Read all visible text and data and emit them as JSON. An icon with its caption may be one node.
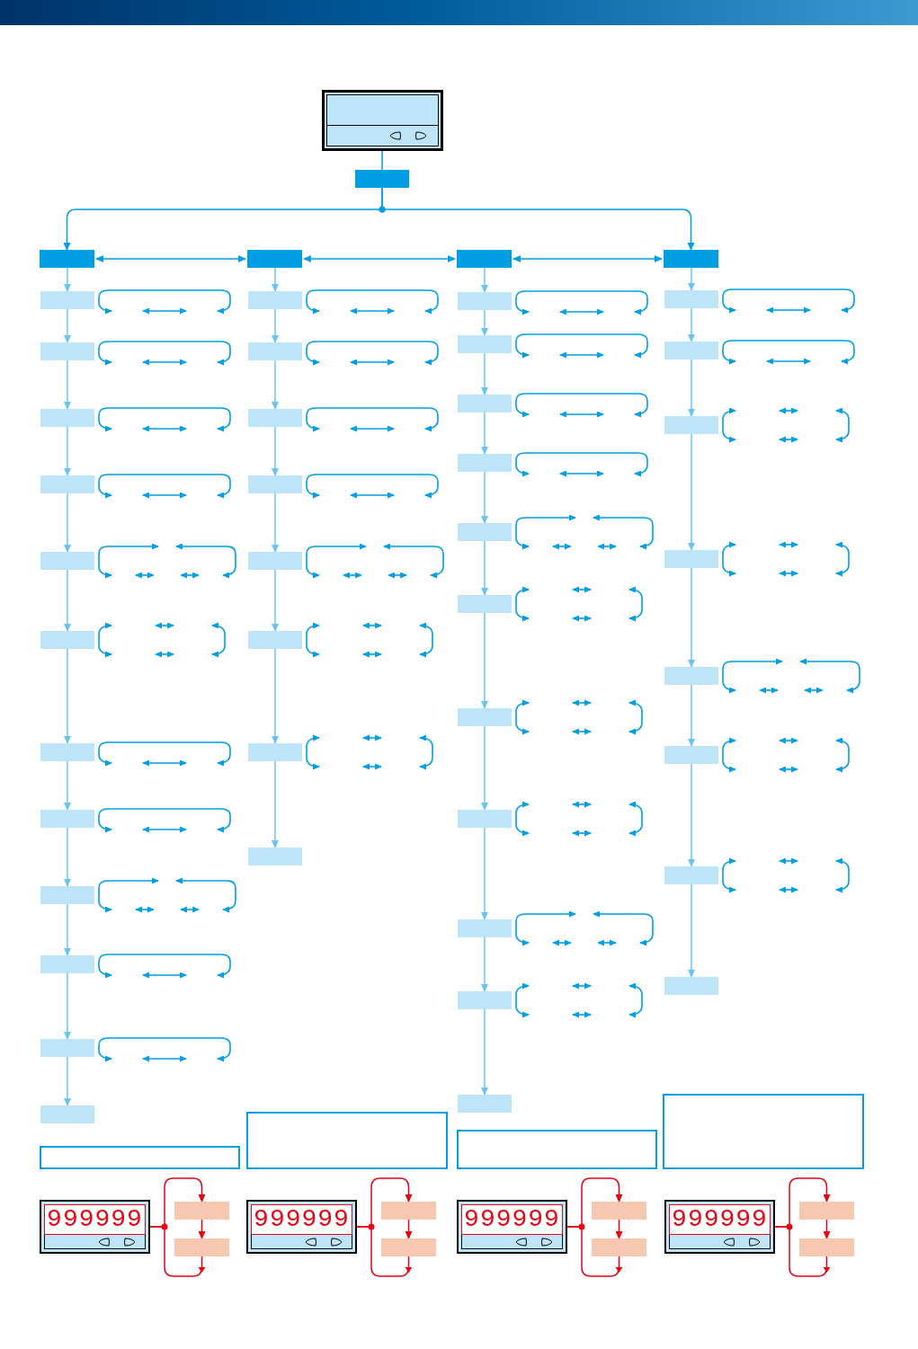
{
  "diagram": {
    "nodes": [
      {
        "text": [],
        "shape": "picture"
      },
      {
        "text": [],
        "shape": "box"
      },
      {
        "text": [],
        "shape": "box"
      },
      {
        "text": [],
        "shape": "box"
      },
      {
        "text": [],
        "shape": "box"
      },
      {
        "text": [],
        "shape": "box"
      },
      {
        "text": [],
        "shape": "box"
      },
      {
        "text": [],
        "shape": "box"
      },
      {
        "text": [],
        "shape": "box"
      },
      {
        "text": [],
        "shape": "box"
      },
      {
        "text": [],
        "shape": "box"
      },
      {
        "text": [],
        "shape": "box"
      },
      {
        "text": [],
        "shape": "box"
      },
      {
        "text": [],
        "shape": "box"
      },
      {
        "text": [],
        "shape": "box"
      },
      {
        "text": [],
        "shape": "box"
      },
      {
        "text": [],
        "shape": "box"
      },
      {
        "text": [],
        "shape": "box"
      },
      {
        "text": [],
        "shape": "box"
      },
      {
        "text": [],
        "shape": "box"
      },
      {
        "text": [],
        "shape": "box"
      },
      {
        "text": [],
        "shape": "box"
      },
      {
        "text": [],
        "shape": "box"
      },
      {
        "text": [],
        "shape": "box"
      },
      {
        "text": [],
        "shape": "box"
      },
      {
        "text": [],
        "shape": "box"
      },
      {
        "text": [],
        "shape": "box"
      },
      {
        "text": [],
        "shape": "box"
      },
      {
        "text": [],
        "shape": "box"
      },
      {
        "text": [],
        "shape": "box"
      },
      {
        "text": [],
        "shape": "box"
      },
      {
        "text": [],
        "shape": "box"
      },
      {
        "text": [],
        "shape": "box"
      },
      {
        "text": [],
        "shape": "box"
      },
      {
        "text": [],
        "shape": "box"
      },
      {
        "text": [],
        "shape": "box"
      },
      {
        "text": [],
        "shape": "box"
      },
      {
        "text": [],
        "shape": "box"
      },
      {
        "text": [],
        "shape": "box"
      },
      {
        "text": [],
        "shape": "box"
      },
      {
        "text": [],
        "shape": "box"
      },
      {
        "text": [],
        "shape": "box"
      },
      {
        "text": [],
        "shape": "box"
      },
      {
        "text": [],
        "shape": "box"
      },
      {
        "text": [],
        "shape": "box"
      },
      {
        "text": [],
        "shape": "box"
      },
      {
        "text": [],
        "shape": "box"
      },
      {
        "text": [],
        "shape": "box"
      },
      {
        "text": [],
        "shape": "box"
      },
      {
        "text": [
          "999999"
        ]
      },
      {
        "text": [],
        "shape": "box"
      },
      {
        "text": [],
        "shape": "box"
      },
      {
        "text": [
          "999999"
        ]
      },
      {
        "text": [],
        "shape": "box"
      },
      {
        "text": [],
        "shape": "box"
      },
      {
        "text": [
          "999999"
        ]
      },
      {
        "text": [],
        "shape": "box"
      },
      {
        "text": [],
        "shape": "box"
      },
      {
        "text": [
          "999999"
        ]
      },
      {
        "text": [],
        "shape": "box"
      },
      {
        "text": [],
        "shape": "box"
      }
    ],
    "edges": [
      {
        "from": 0,
        "to": 1,
        "arrow": "none",
        "color": "#009fe3"
      },
      {
        "from": 1,
        "to": 2,
        "arrow": "to",
        "color": "#009fe3"
      },
      {
        "from": 1,
        "to": 36,
        "arrow": "to",
        "color": "#009fe3"
      },
      {
        "from": 2,
        "to": 15,
        "arrow": "both",
        "color": "#009fe3"
      },
      {
        "from": 15,
        "to": 24,
        "arrow": "both",
        "color": "#009fe3"
      },
      {
        "from": 24,
        "to": 36,
        "arrow": "both",
        "color": "#009fe3"
      },
      {
        "from": 2,
        "to": 3,
        "arrow": "to"
      },
      {
        "from": 3,
        "to": 4,
        "arrow": "to"
      },
      {
        "from": 4,
        "to": 5,
        "arrow": "to"
      },
      {
        "from": 5,
        "to": 6,
        "arrow": "to"
      },
      {
        "from": 6,
        "to": 7,
        "arrow": "to"
      },
      {
        "from": 7,
        "to": 8,
        "arrow": "to"
      },
      {
        "from": 8,
        "to": 9,
        "arrow": "to"
      },
      {
        "from": 9,
        "to": 10,
        "arrow": "to"
      },
      {
        "from": 10,
        "to": 11,
        "arrow": "to"
      },
      {
        "from": 11,
        "to": 12,
        "arrow": "to"
      },
      {
        "from": 12,
        "to": 13,
        "arrow": "to"
      },
      {
        "from": 13,
        "to": 14,
        "arrow": "to"
      },
      {
        "from": 15,
        "to": 16,
        "arrow": "to"
      },
      {
        "from": 16,
        "to": 17,
        "arrow": "to"
      },
      {
        "from": 17,
        "to": 18,
        "arrow": "to"
      },
      {
        "from": 18,
        "to": 19,
        "arrow": "to"
      },
      {
        "from": 19,
        "to": 20,
        "arrow": "to"
      },
      {
        "from": 20,
        "to": 21,
        "arrow": "to"
      },
      {
        "from": 21,
        "to": 22,
        "arrow": "to"
      },
      {
        "from": 22,
        "to": 23,
        "arrow": "to"
      },
      {
        "from": 24,
        "to": 25,
        "arrow": "to"
      },
      {
        "from": 25,
        "to": 26,
        "arrow": "to"
      },
      {
        "from": 26,
        "to": 27,
        "arrow": "to"
      },
      {
        "from": 27,
        "to": 28,
        "arrow": "to"
      },
      {
        "from": 28,
        "to": 29,
        "arrow": "to"
      },
      {
        "from": 29,
        "to": 30,
        "arrow": "to"
      },
      {
        "from": 30,
        "to": 31,
        "arrow": "to"
      },
      {
        "from": 31,
        "to": 32,
        "arrow": "to"
      },
      {
        "from": 32,
        "to": 33,
        "arrow": "to"
      },
      {
        "from": 33,
        "to": 34,
        "arrow": "to"
      },
      {
        "from": 34,
        "to": 35,
        "arrow": "to"
      },
      {
        "from": 36,
        "to": 37,
        "arrow": "to"
      },
      {
        "from": 37,
        "to": 38,
        "arrow": "to"
      },
      {
        "from": 38,
        "to": 39,
        "arrow": "to"
      },
      {
        "from": 39,
        "to": 40,
        "arrow": "to"
      },
      {
        "from": 40,
        "to": 41,
        "arrow": "to"
      },
      {
        "from": 41,
        "to": 42,
        "arrow": "to"
      },
      {
        "from": 42,
        "to": 43,
        "arrow": "to"
      },
      {
        "from": 43,
        "to": 44,
        "arrow": "to"
      },
      {
        "from": 49,
        "to": 50,
        "arrow": "to",
        "color": "#e30613"
      },
      {
        "from": 50,
        "to": 51,
        "arrow": "to",
        "color": "#e30613"
      },
      {
        "from": 51,
        "to": 49,
        "arrow": "to",
        "color": "#e30613"
      },
      {
        "from": 52,
        "to": 53,
        "arrow": "to",
        "color": "#e30613"
      },
      {
        "from": 53,
        "to": 54,
        "arrow": "to",
        "color": "#e30613"
      },
      {
        "from": 54,
        "to": 52,
        "arrow": "to",
        "color": "#e30613"
      },
      {
        "from": 55,
        "to": 56,
        "arrow": "to",
        "color": "#e30613"
      },
      {
        "from": 56,
        "to": 57,
        "arrow": "to",
        "color": "#e30613"
      },
      {
        "from": 57,
        "to": 55,
        "arrow": "to",
        "color": "#e30613"
      },
      {
        "from": 58,
        "to": 59,
        "arrow": "to",
        "color": "#e30613"
      },
      {
        "from": 59,
        "to": 60,
        "arrow": "to",
        "color": "#e30613"
      },
      {
        "from": 60,
        "to": 58,
        "arrow": "to",
        "color": "#e30613"
      }
    ]
  }
}
